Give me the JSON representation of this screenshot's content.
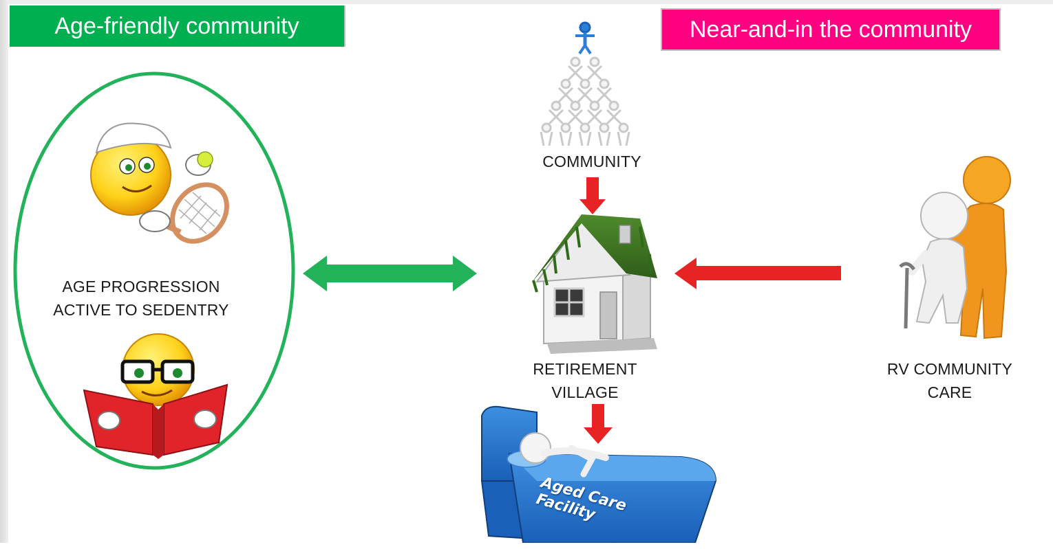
{
  "banners": {
    "left": "Age-friendly community",
    "right": "Near-and-in the community"
  },
  "nodes": {
    "age_progression": {
      "line1": "AGE PROGRESSION",
      "line2": "ACTIVE TO SEDENTRY"
    },
    "community": {
      "label": "COMMUNITY"
    },
    "retirement_village": {
      "line1": "RETIREMENT",
      "line2": "VILLAGE"
    },
    "rv_care": {
      "line1": "RV COMMUNITY",
      "line2": "CARE"
    },
    "aged_care": {
      "label": "Aged Care Facility"
    }
  },
  "colors": {
    "green": "#00b050",
    "pink": "#ff0080",
    "arrow_red": "#e82323",
    "arrow_green": "#22b35a"
  },
  "icons": [
    "tennis-emoji-icon",
    "reading-emoji-icon",
    "human-pyramid-icon",
    "house-icon",
    "caregiver-icon",
    "bed-icon"
  ]
}
